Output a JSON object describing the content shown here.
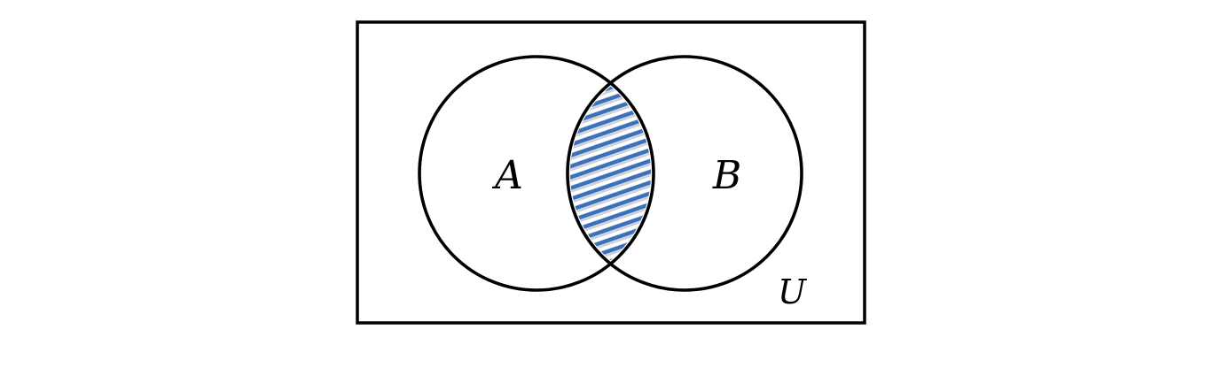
{
  "diagram": {
    "type": "venn-diagram",
    "universe_label": "U",
    "sets": [
      {
        "label": "A"
      },
      {
        "label": "B"
      }
    ],
    "shaded_region": "A ∩ B",
    "shading_style": "diagonal-hatch",
    "colors": {
      "outline": "#000000",
      "hatch_blue": "#3b71b8",
      "hatch_shadow": "#ccd1d9",
      "background": "#ffffff"
    }
  }
}
